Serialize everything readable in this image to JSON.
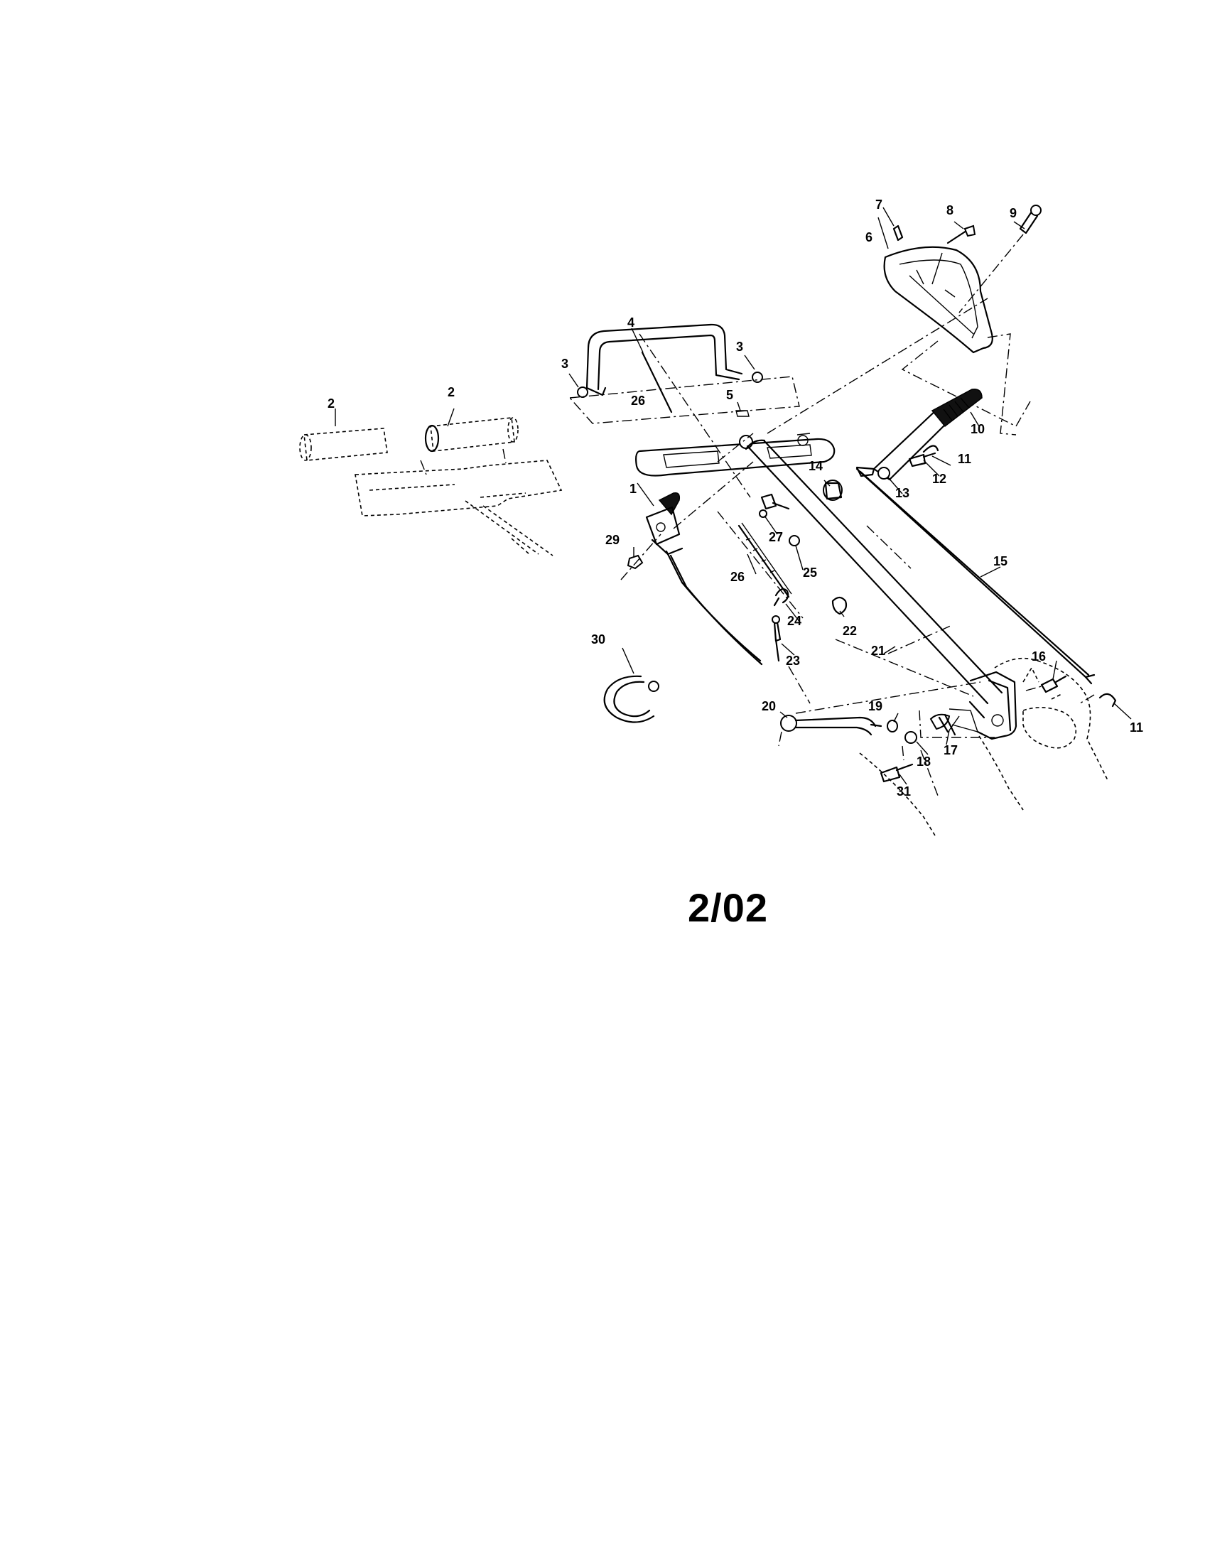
{
  "date_code": "2/02",
  "labels": [
    {
      "id": "1",
      "text": "1"
    },
    {
      "id": "2a",
      "text": "2"
    },
    {
      "id": "2b",
      "text": "2"
    },
    {
      "id": "3a",
      "text": "3"
    },
    {
      "id": "3b",
      "text": "3"
    },
    {
      "id": "4",
      "text": "4"
    },
    {
      "id": "5",
      "text": "5"
    },
    {
      "id": "6",
      "text": "6"
    },
    {
      "id": "7",
      "text": "7"
    },
    {
      "id": "8",
      "text": "8"
    },
    {
      "id": "9",
      "text": "9"
    },
    {
      "id": "10",
      "text": "10"
    },
    {
      "id": "11a",
      "text": "11"
    },
    {
      "id": "11b",
      "text": "11"
    },
    {
      "id": "12",
      "text": "12"
    },
    {
      "id": "13",
      "text": "13"
    },
    {
      "id": "14",
      "text": "14"
    },
    {
      "id": "15",
      "text": "15"
    },
    {
      "id": "16",
      "text": "16"
    },
    {
      "id": "17",
      "text": "17"
    },
    {
      "id": "18",
      "text": "18"
    },
    {
      "id": "19",
      "text": "19"
    },
    {
      "id": "20",
      "text": "20"
    },
    {
      "id": "21",
      "text": "21"
    },
    {
      "id": "22",
      "text": "22"
    },
    {
      "id": "23",
      "text": "23"
    },
    {
      "id": "24",
      "text": "24"
    },
    {
      "id": "25",
      "text": "25"
    },
    {
      "id": "26a",
      "text": "26"
    },
    {
      "id": "26b",
      "text": "26"
    },
    {
      "id": "27",
      "text": "27"
    },
    {
      "id": "29",
      "text": "29"
    },
    {
      "id": "30",
      "text": "30"
    },
    {
      "id": "31",
      "text": "31"
    }
  ]
}
